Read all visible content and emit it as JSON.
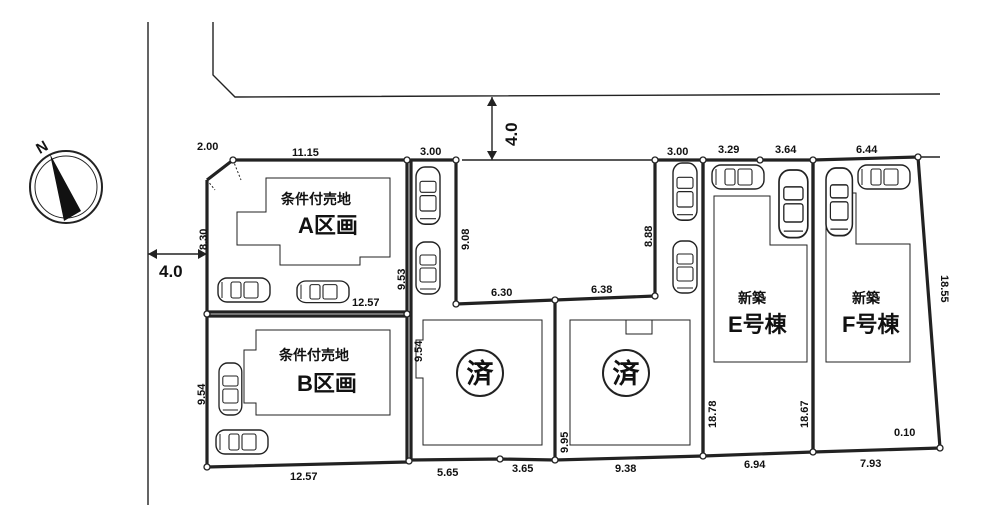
{
  "compass": {
    "label": "N"
  },
  "roads": {
    "top_width": "4.0",
    "left_width": "4.0"
  },
  "lots": [
    {
      "id": "A",
      "title": "条件付売地",
      "name": "A区画"
    },
    {
      "id": "B",
      "title": "条件付売地",
      "name": "B区画"
    },
    {
      "id": "C",
      "mark": "済"
    },
    {
      "id": "D",
      "mark": "済"
    },
    {
      "id": "E",
      "title": "新築",
      "name": "E号棟"
    },
    {
      "id": "F",
      "title": "新築",
      "name": "F号棟"
    }
  ],
  "dimensions": {
    "a_corner": "2.00",
    "a_top": "11.15",
    "a_left": "8.30",
    "a_right": "9.53",
    "a_bottom": "12.57",
    "flag1_top": "3.00",
    "flag1_side": "9.08",
    "open_bottom_left": "6.30",
    "open_bottom_right": "6.38",
    "flag2_top": "3.00",
    "flag2_side": "8.88",
    "e_top_left": "3.29",
    "e_top_right": "3.64",
    "f_top": "6.44",
    "b_left": "9.54",
    "b_bottom": "12.57",
    "c_left": "9.54",
    "c_bottom_left": "5.65",
    "c_bottom_right": "3.65",
    "d_left": "9.95",
    "d_bottom": "9.38",
    "e_left": "18.78",
    "e_right": "18.67",
    "e_bottom": "6.94",
    "f_right": "18.55",
    "f_corner": "0.10",
    "f_bottom": "7.93"
  }
}
